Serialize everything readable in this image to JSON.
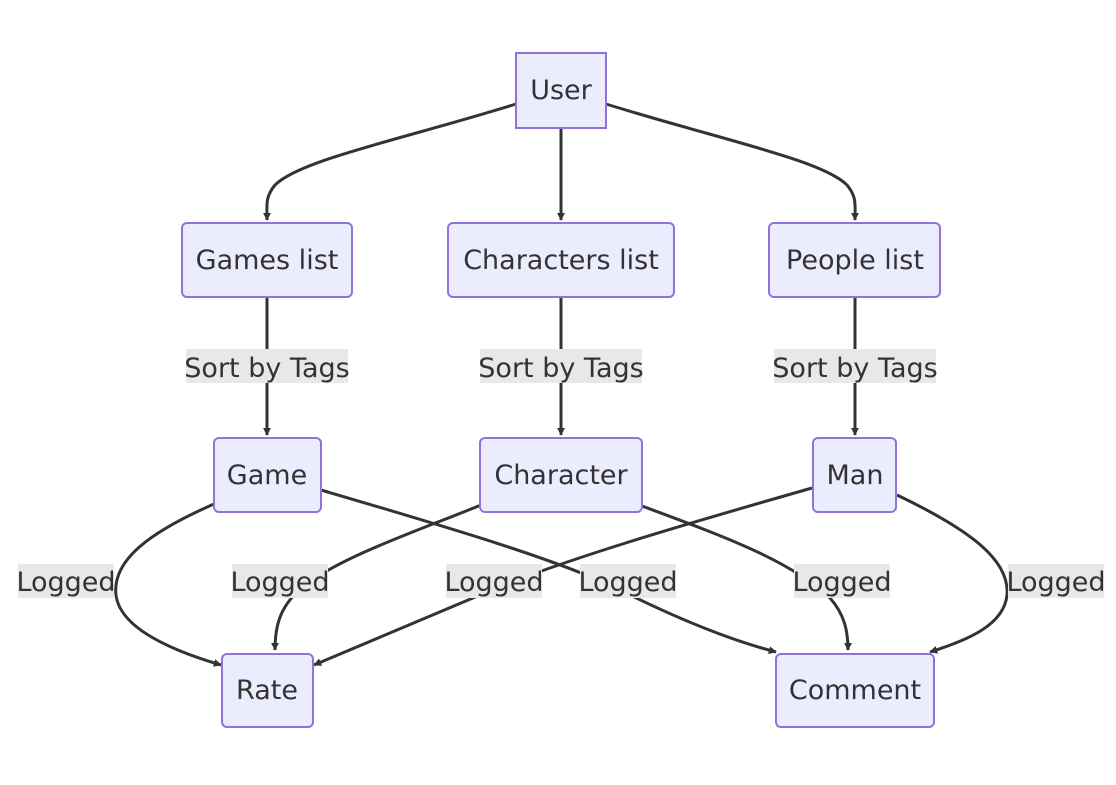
{
  "diagram": {
    "type": "flowchart",
    "direction": "top-to-bottom",
    "colors": {
      "node_fill": "#ECECFF",
      "node_stroke": "#9370DB",
      "edge": "#333333",
      "label_bg": "#e8e8e8",
      "text": "#333333"
    },
    "nodes": {
      "user": "User",
      "games_list": "Games list",
      "characters_list": "Characters list",
      "people_list": "People list",
      "game": "Game",
      "character": "Character",
      "man": "Man",
      "rate": "Rate",
      "comment": "Comment"
    },
    "edges": [
      {
        "from": "user",
        "to": "games_list",
        "label": ""
      },
      {
        "from": "user",
        "to": "characters_list",
        "label": ""
      },
      {
        "from": "user",
        "to": "people_list",
        "label": ""
      },
      {
        "from": "games_list",
        "to": "game",
        "label": "Sort by Tags"
      },
      {
        "from": "characters_list",
        "to": "character",
        "label": "Sort by Tags"
      },
      {
        "from": "people_list",
        "to": "man",
        "label": "Sort by Tags"
      },
      {
        "from": "game",
        "to": "rate",
        "label": "Logged"
      },
      {
        "from": "character",
        "to": "rate",
        "label": "Logged"
      },
      {
        "from": "man",
        "to": "rate",
        "label": "Logged"
      },
      {
        "from": "game",
        "to": "comment",
        "label": "Logged"
      },
      {
        "from": "character",
        "to": "comment",
        "label": "Logged"
      },
      {
        "from": "man",
        "to": "comment",
        "label": "Logged"
      }
    ]
  }
}
